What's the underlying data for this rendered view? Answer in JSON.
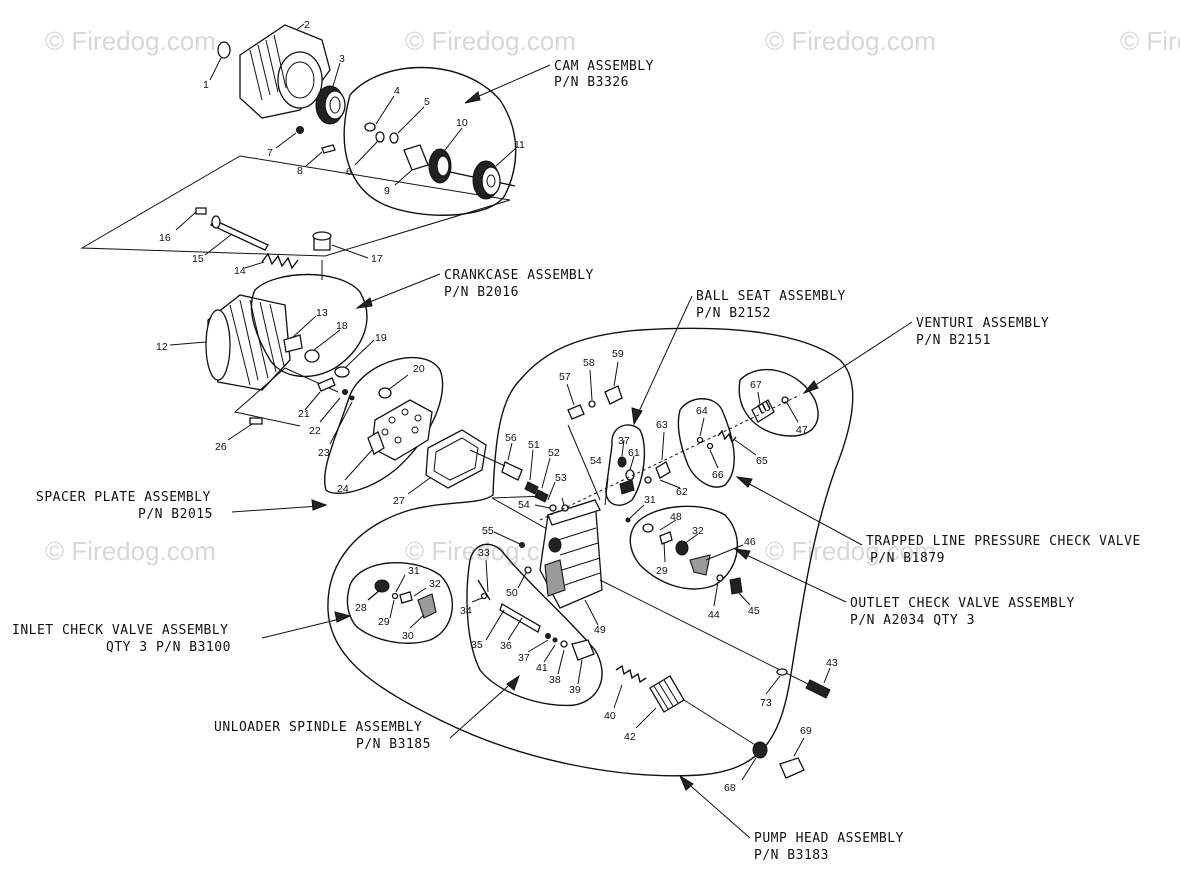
{
  "watermark": "© Firedog.com",
  "assemblies": {
    "cam": {
      "name": "CAM ASSEMBLY",
      "pn": "P/N  B3326"
    },
    "crankcase": {
      "name": "CRANKCASE ASSEMBLY",
      "pn": "P/N  B2016"
    },
    "ball_seat": {
      "name": "BALL SEAT ASSEMBLY",
      "pn": "P/N  B2152"
    },
    "venturi": {
      "name": "VENTURI ASSEMBLY",
      "pn": "P/N  B2151"
    },
    "spacer_plate": {
      "name": "SPACER PLATE ASSEMBLY",
      "pn": "P/N  B2015"
    },
    "trapped_line": {
      "name": "TRAPPED LINE PRESSURE CHECK VALVE",
      "pn": "P/N  B1879"
    },
    "outlet_check": {
      "name": "OUTLET CHECK VALVE ASSEMBLY",
      "pn": "P/N  A2034  QTY 3"
    },
    "inlet_check": {
      "name": "INLET CHECK VALVE ASSEMBLY",
      "pn": "QTY 3  P/N B3100"
    },
    "unloader": {
      "name": "UNLOADER SPINDLE ASSEMBLY",
      "pn": "P/N  B3185"
    },
    "pump_head": {
      "name": "PUMP HEAD ASSEMBLY",
      "pn": "P/N  B3183"
    }
  },
  "callouts": {
    "c1": "1",
    "c2": "2",
    "c3": "3",
    "c4": "4",
    "c5": "5",
    "c6": "6",
    "c7": "7",
    "c8": "8",
    "c9": "9",
    "c10": "10",
    "c11": "11",
    "c12": "12",
    "c13": "13",
    "c14": "14",
    "c15": "15",
    "c16": "16",
    "c17": "17",
    "c18": "18",
    "c19": "19",
    "c20": "20",
    "c21": "21",
    "c22": "22",
    "c23": "23",
    "c24": "24",
    "c26": "26",
    "c27": "27",
    "c28": "28",
    "c29": "29",
    "c30": "30",
    "c31": "31",
    "c32": "32",
    "c33": "33",
    "c34": "34",
    "c35": "35",
    "c36": "36",
    "c37": "37",
    "c38": "38",
    "c39": "39",
    "c40": "40",
    "c41": "41",
    "c42": "42",
    "c43": "43",
    "c44": "44",
    "c45": "45",
    "c46": "46",
    "c47": "47",
    "c48": "48",
    "c49": "49",
    "c50": "50",
    "c51": "51",
    "c52": "52",
    "c53": "53",
    "c54": "54",
    "c55": "55",
    "c56": "56",
    "c57": "57",
    "c58": "58",
    "c59": "59",
    "c61": "61",
    "c62": "62",
    "c63": "63",
    "c64": "64",
    "c65": "65",
    "c66": "66",
    "c67": "67",
    "c68": "68",
    "c69": "69",
    "c73": "73"
  }
}
